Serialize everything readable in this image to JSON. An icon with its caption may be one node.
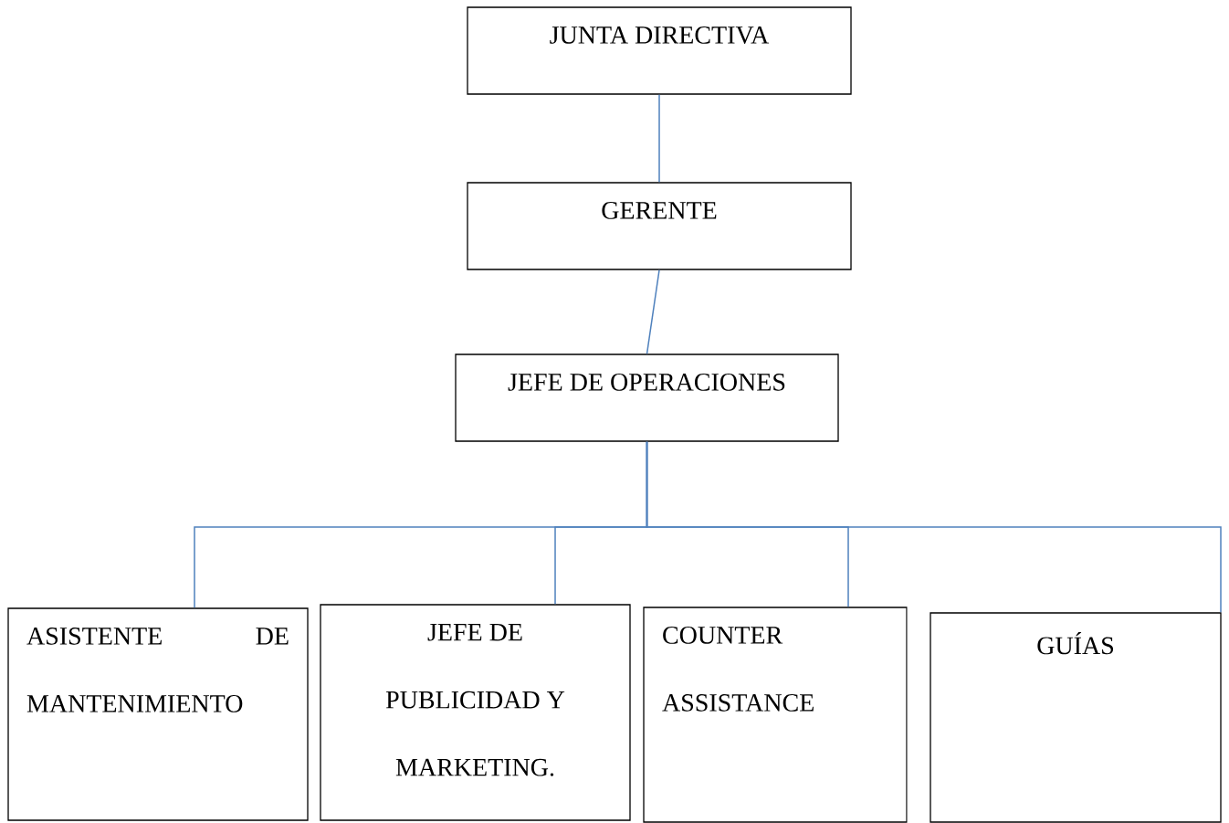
{
  "diagram": {
    "nodes": [
      {
        "text": [
          "JUNTA DIRECTIVA"
        ]
      },
      {
        "text": [
          "GERENTE"
        ]
      },
      {
        "text": [
          "JEFE DE OPERACIONES"
        ]
      },
      {
        "text": [
          "ASISTENTE DE MANTENIMIENTO"
        ]
      },
      {
        "text": [
          "JEFE DE PUBLICIDAD Y MARKETING."
        ]
      },
      {
        "text": [
          "COUNTER ASSISTANCE"
        ]
      },
      {
        "text": [
          "GUÍAS"
        ]
      }
    ],
    "edges": [
      {
        "from": 0,
        "to": 1,
        "arrow": "none"
      },
      {
        "from": 1,
        "to": 2,
        "arrow": "none"
      },
      {
        "from": 2,
        "to": 3,
        "arrow": "none"
      },
      {
        "from": 2,
        "to": 4,
        "arrow": "none"
      },
      {
        "from": 2,
        "to": 5,
        "arrow": "none"
      },
      {
        "from": 2,
        "to": 6,
        "arrow": "none"
      }
    ]
  }
}
